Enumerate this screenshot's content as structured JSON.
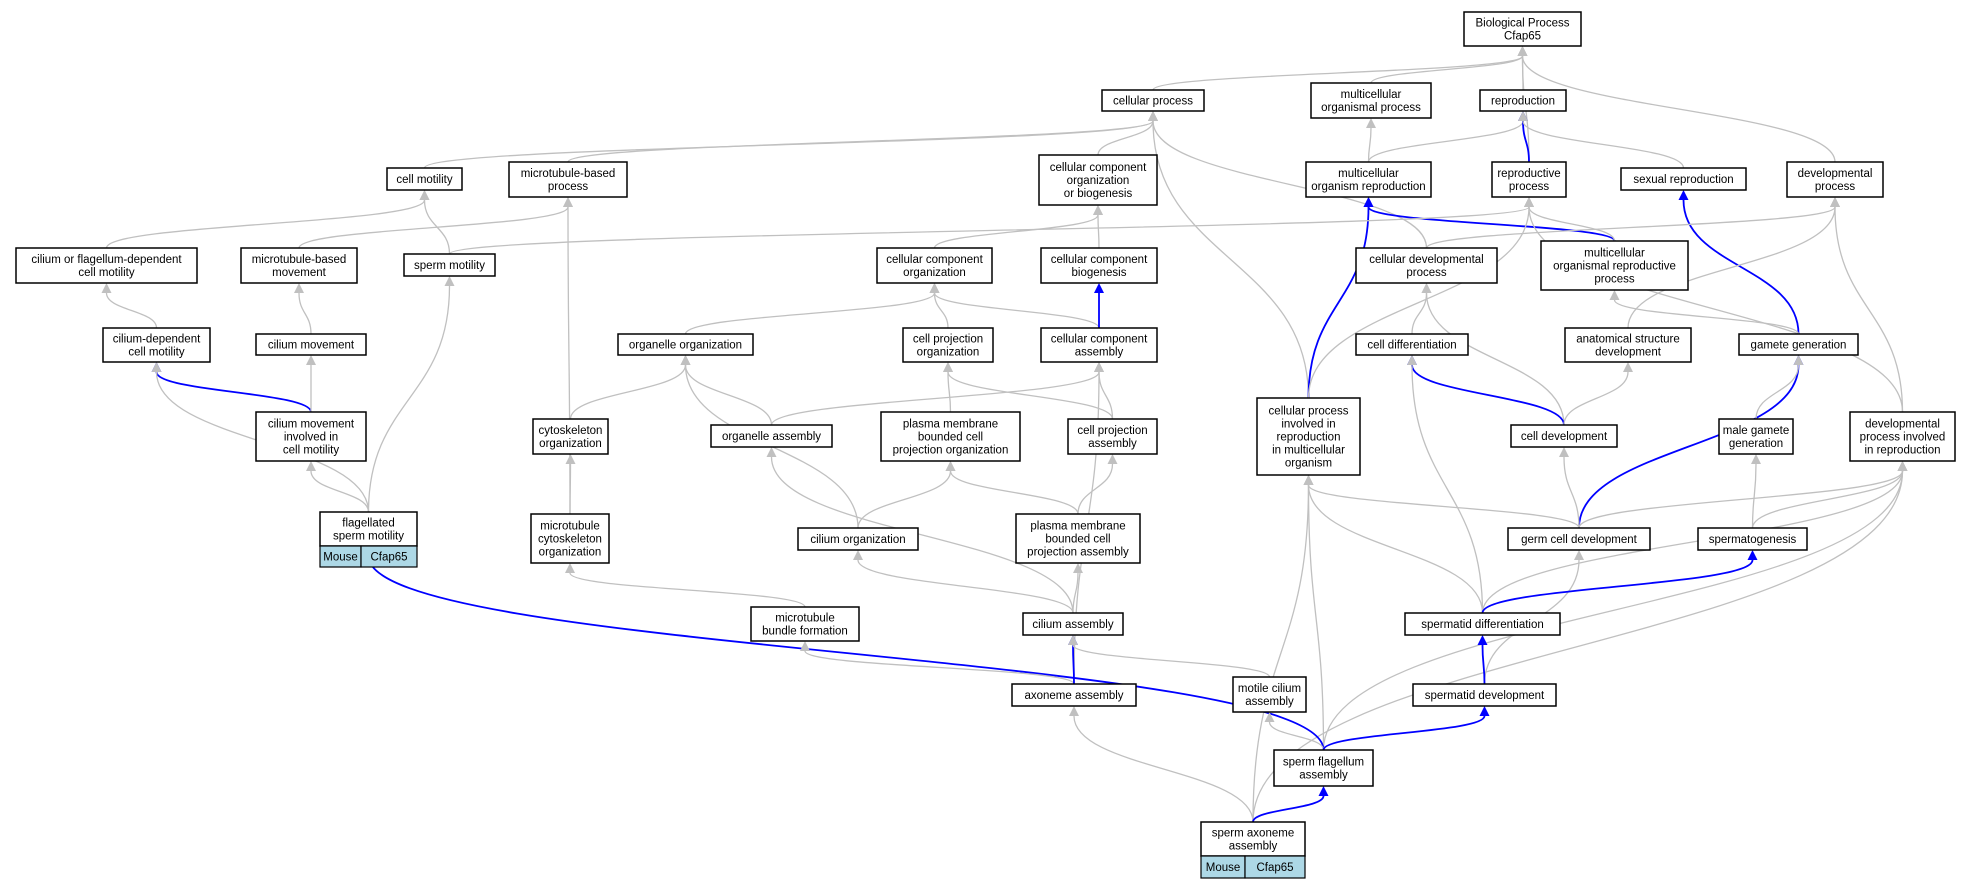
{
  "colors": {
    "node_border": "#000000",
    "tag_fill": "#add8e6",
    "edge_default": "#c0c0c0",
    "edge_highlight": "#0000ff"
  },
  "nodes": {
    "bp": {
      "lines": [
        "Biological Process",
        "Cfap65"
      ]
    },
    "cp": {
      "lines": [
        "cellular process"
      ]
    },
    "mop": {
      "lines": [
        "multicellular",
        "organismal process"
      ]
    },
    "rep": {
      "lines": [
        "reproduction"
      ]
    },
    "cm": {
      "lines": [
        "cell motility"
      ]
    },
    "mtbp": {
      "lines": [
        "microtubule-based",
        "process"
      ]
    },
    "ccob": {
      "lines": [
        "cellular component",
        "organization",
        "or biogenesis"
      ]
    },
    "mor": {
      "lines": [
        "multicellular",
        "organism reproduction"
      ]
    },
    "rp": {
      "lines": [
        "reproductive",
        "process"
      ]
    },
    "sr": {
      "lines": [
        "sexual reproduction"
      ]
    },
    "dp": {
      "lines": [
        "developmental",
        "process"
      ]
    },
    "cfdm": {
      "lines": [
        "cilium or flagellum-dependent",
        "cell motility"
      ]
    },
    "mtbm": {
      "lines": [
        "microtubule-based",
        "movement"
      ]
    },
    "sm": {
      "lines": [
        "sperm motility"
      ]
    },
    "cco": {
      "lines": [
        "cellular component",
        "organization"
      ]
    },
    "ccb": {
      "lines": [
        "cellular component",
        "biogenesis"
      ]
    },
    "cdp": {
      "lines": [
        "cellular developmental",
        "process"
      ]
    },
    "morp": {
      "lines": [
        "multicellular",
        "organismal reproductive",
        "process"
      ]
    },
    "cdm": {
      "lines": [
        "cilium-dependent",
        "cell motility"
      ]
    },
    "cmov": {
      "lines": [
        "cilium movement"
      ]
    },
    "oo": {
      "lines": [
        "organelle organization"
      ]
    },
    "cpo": {
      "lines": [
        "cell projection",
        "organization"
      ]
    },
    "cca": {
      "lines": [
        "cellular component",
        "assembly"
      ]
    },
    "cdiff": {
      "lines": [
        "cell differentiation"
      ]
    },
    "asd": {
      "lines": [
        "anatomical structure",
        "development"
      ]
    },
    "gg": {
      "lines": [
        "gamete generation"
      ]
    },
    "cmic": {
      "lines": [
        "cilium movement",
        "involved in",
        "cell motility"
      ]
    },
    "cyo": {
      "lines": [
        "cytoskeleton",
        "organization"
      ]
    },
    "oa": {
      "lines": [
        "organelle assembly"
      ]
    },
    "pmbcpo": {
      "lines": [
        "plasma membrane",
        "bounded cell",
        "projection organization"
      ]
    },
    "cpa": {
      "lines": [
        "cell projection",
        "assembly"
      ]
    },
    "cpir": {
      "lines": [
        "cellular process",
        "involved in",
        "reproduction",
        "in multicellular",
        "organism"
      ]
    },
    "cdev": {
      "lines": [
        "cell development"
      ]
    },
    "mgg": {
      "lines": [
        "male gamete",
        "generation"
      ]
    },
    "dpir": {
      "lines": [
        "developmental",
        "process involved",
        "in reproduction"
      ]
    },
    "fsm": {
      "lines": [
        "flagellated",
        "sperm motility"
      ],
      "tags": [
        "Mouse",
        "Cfap65"
      ]
    },
    "mco": {
      "lines": [
        "microtubule",
        "cytoskeleton",
        "organization"
      ]
    },
    "co": {
      "lines": [
        "cilium organization"
      ]
    },
    "pmbcpa": {
      "lines": [
        "plasma membrane",
        "bounded cell",
        "projection assembly"
      ]
    },
    "gcd": {
      "lines": [
        "germ cell development"
      ]
    },
    "sg": {
      "lines": [
        "spermatogenesis"
      ]
    },
    "mbf": {
      "lines": [
        "microtubule",
        "bundle formation"
      ]
    },
    "ca": {
      "lines": [
        "cilium assembly"
      ]
    },
    "sd": {
      "lines": [
        "spermatid differentiation"
      ]
    },
    "aa": {
      "lines": [
        "axoneme assembly"
      ]
    },
    "mca": {
      "lines": [
        "motile cilium",
        "assembly"
      ]
    },
    "sdev": {
      "lines": [
        "spermatid development"
      ]
    },
    "sfa": {
      "lines": [
        "sperm flagellum",
        "assembly"
      ]
    },
    "saa": {
      "lines": [
        "sperm axoneme",
        "assembly"
      ],
      "tags": [
        "Mouse",
        "Cfap65"
      ]
    }
  }
}
